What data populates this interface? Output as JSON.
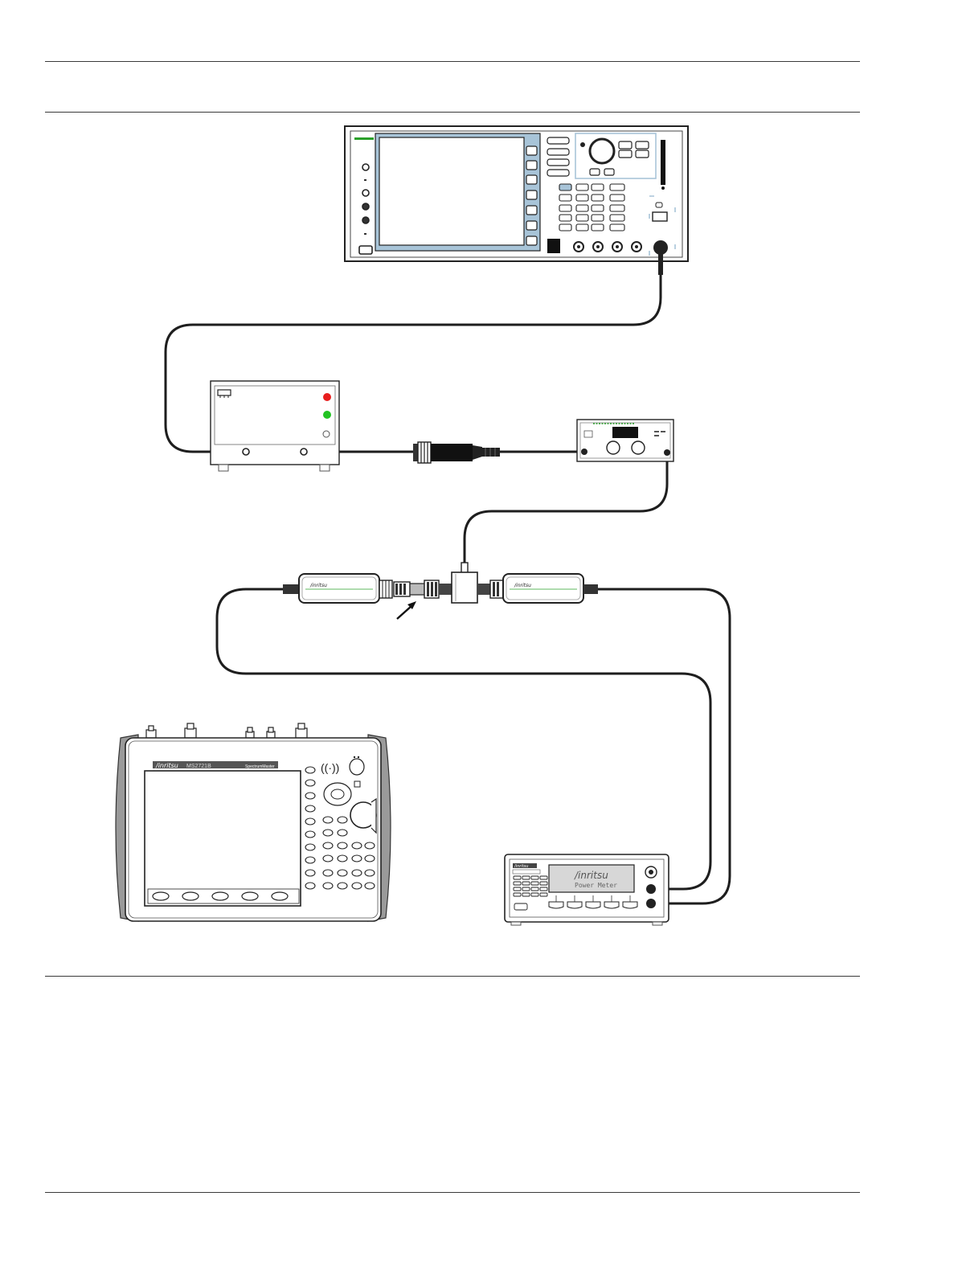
{
  "figure": {
    "handheld_brand": "/inritsu",
    "handheld_model": "MS2721B",
    "handheld_product": "SpectrumMaster",
    "power_meter_brand": "/inritsu",
    "power_meter_label": "Power Meter",
    "sensor_brand": "/inritsu",
    "colors": {
      "led_red": "#e81e1e",
      "led_green": "#22c322",
      "screen_blue": "#a8c4d8",
      "cable": "#1e1e1e"
    }
  }
}
